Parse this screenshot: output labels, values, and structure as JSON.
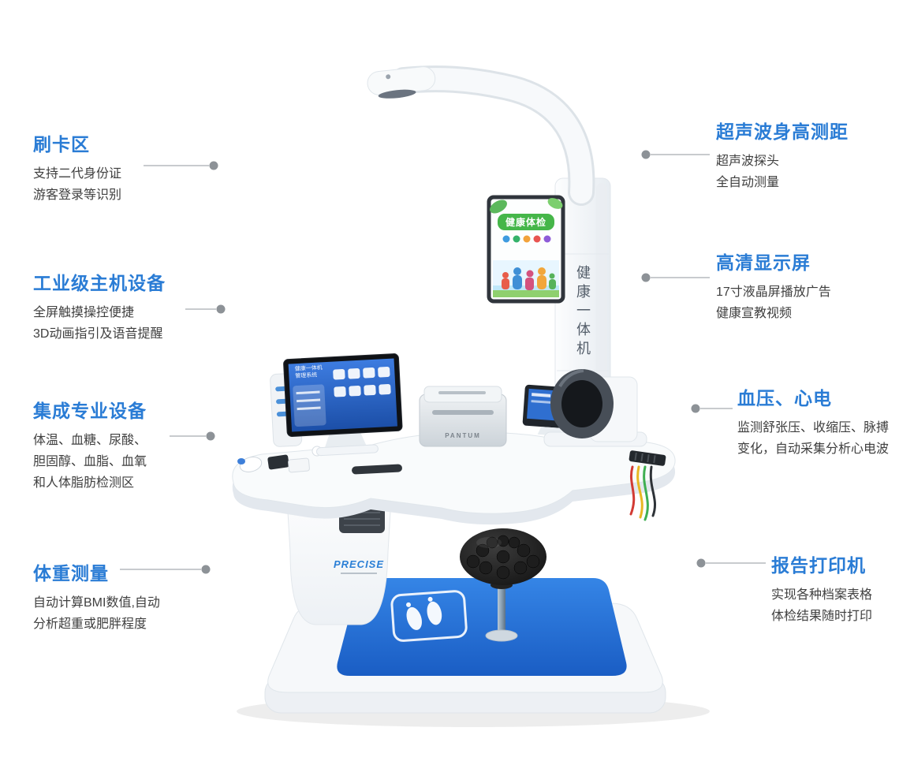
{
  "callouts": {
    "left": [
      {
        "title": "刷卡区",
        "lines": [
          "支持二代身份证",
          "游客登录等识别"
        ]
      },
      {
        "title": "工业级主机设备",
        "lines": [
          "全屏触摸操控便捷",
          "3D动画指引及语音提醒"
        ]
      },
      {
        "title": "集成专业设备",
        "lines": [
          "体温、血糖、尿酸、",
          "胆固醇、血脂、血氧",
          "和人体脂肪检测区"
        ]
      },
      {
        "title": "体重测量",
        "lines": [
          "自动计算BMI数值,自动",
          "分析超重或肥胖程度"
        ]
      }
    ],
    "right": [
      {
        "title": "超声波身高测距",
        "lines": [
          "超声波探头",
          "全自动测量"
        ]
      },
      {
        "title": "高清显示屏",
        "lines": [
          "17寸液晶屏播放广告",
          "健康宣教视频"
        ]
      },
      {
        "title": "血压、心电",
        "lines": [
          "监测舒张压、收缩压、脉搏",
          "变化，自动采集分析心电波"
        ]
      },
      {
        "title": "报告打印机",
        "lines": [
          "实现各种档案表格",
          "体检结果随时打印"
        ]
      }
    ]
  },
  "machine": {
    "column_vertical_label": "健康一体机",
    "ad_screen_title": "健康体检",
    "monitor_screen_line1": "健康一体机",
    "monitor_screen_line2": "管理系统",
    "pedestal_brand": "PRECISE",
    "printer_brand": "PANTUM"
  },
  "colors": {
    "callout_title": "#2a7cd5",
    "callout_text": "#3f3f3f",
    "leader_gray": "#9aa0a5",
    "mat_blue": "#1f66cc"
  }
}
